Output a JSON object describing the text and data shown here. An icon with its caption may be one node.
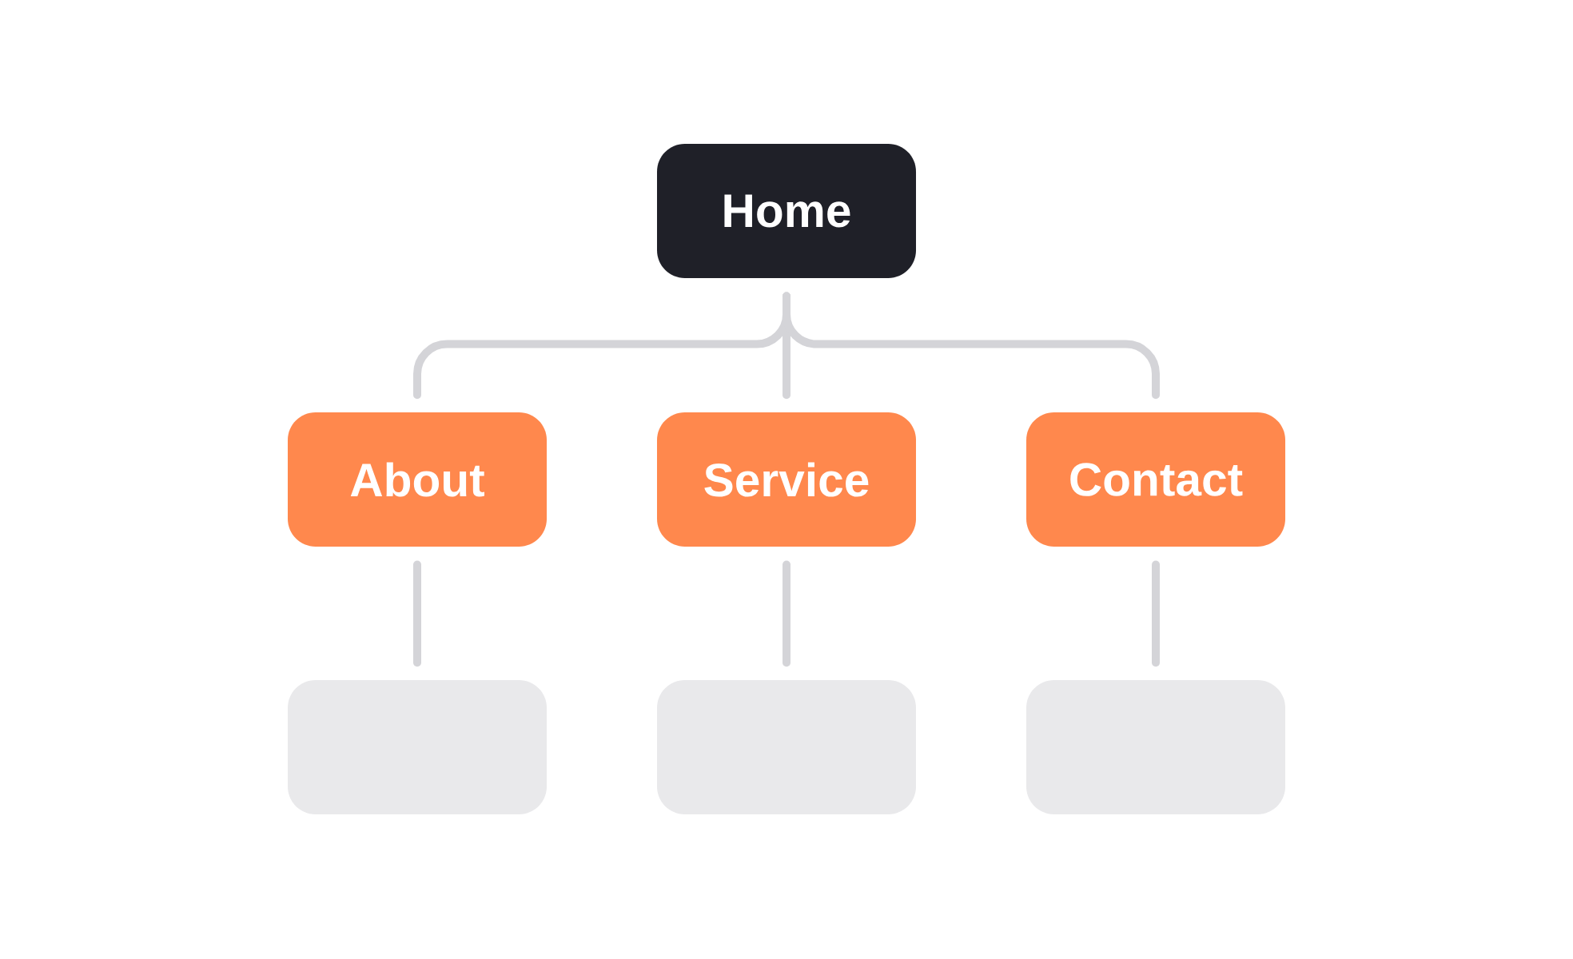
{
  "diagram": {
    "nodes": [
      {
        "text": [
          "Home"
        ]
      },
      {
        "text": [
          "About"
        ]
      },
      {
        "text": [
          "Service"
        ]
      },
      {
        "text": [
          "Contact"
        ]
      },
      {
        "text": [],
        "shape": "box"
      },
      {
        "text": [],
        "shape": "box"
      },
      {
        "text": [],
        "shape": "box"
      }
    ],
    "edges": [
      {
        "from": 0,
        "to": 1,
        "arrow": "none"
      },
      {
        "from": 0,
        "to": 2,
        "arrow": "none"
      },
      {
        "from": 0,
        "to": 3,
        "arrow": "none"
      },
      {
        "from": 1,
        "to": 4,
        "arrow": "none"
      },
      {
        "from": 2,
        "to": 5,
        "arrow": "none"
      },
      {
        "from": 3,
        "to": 6,
        "arrow": "none"
      }
    ]
  }
}
